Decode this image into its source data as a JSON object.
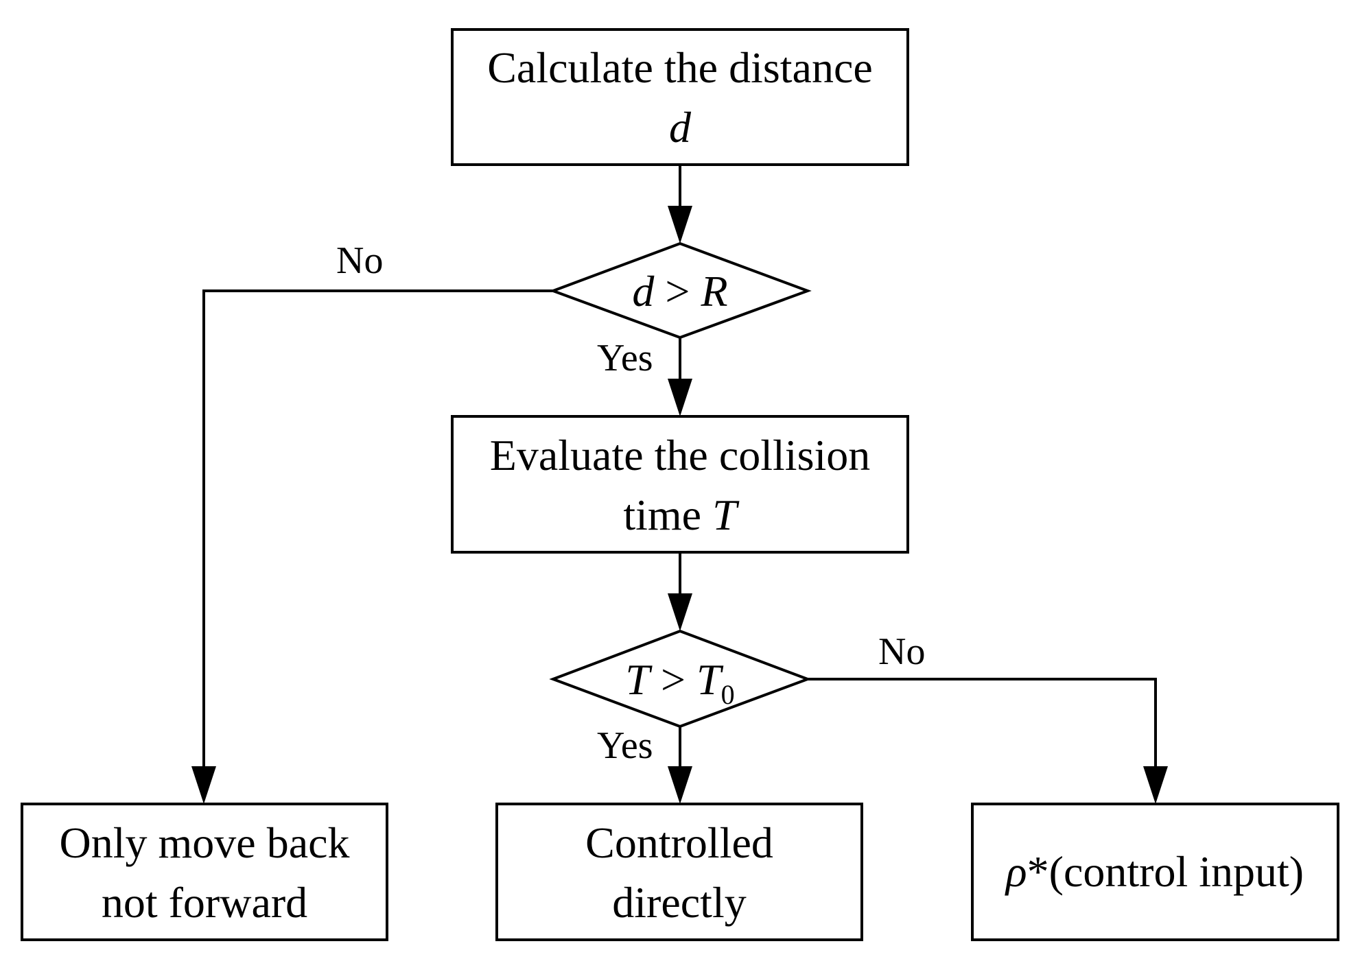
{
  "nodes": {
    "calc": {
      "line1": "Calculate the distance",
      "line2": "d"
    },
    "dec1": {
      "lhs": "d",
      "op": " > ",
      "rhs": "R"
    },
    "eval": {
      "line1": "Evaluate the collision",
      "line2_text": "time ",
      "line2_var": "T"
    },
    "dec2": {
      "lhs": "T",
      "op": " > ",
      "rhs": "T",
      "rhs_sub": "0"
    },
    "back": {
      "line1": "Only move back",
      "line2": "not forward"
    },
    "direct": {
      "line1": "Controlled",
      "line2": "directly"
    },
    "rho": {
      "symbol": "ρ",
      "text": "*(control input)"
    }
  },
  "edges": {
    "dec1_no": "No",
    "dec1_yes": "Yes",
    "dec2_no": "No",
    "dec2_yes": "Yes"
  }
}
